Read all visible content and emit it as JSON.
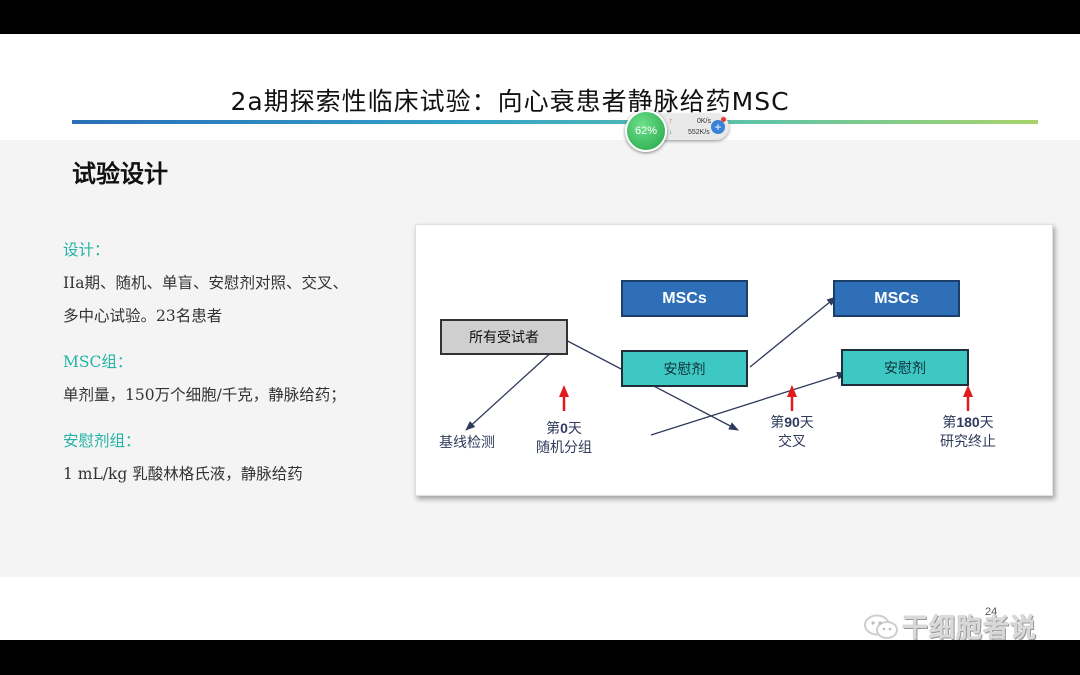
{
  "slide": {
    "title": "2a期探索性临床试验：向心衰患者静脉给药MSC",
    "heading": "试验设计",
    "page_number": "24",
    "watermark": "干细胞者说"
  },
  "left_panel": {
    "design_label": "设计：",
    "design_line1": "IIa期、随机、单盲、安慰剂对照、交叉、",
    "design_line2": "多中心试验。23名患者",
    "msc_label": "MSC组：",
    "msc_text": "单剂量，150万个细胞/千克，静脉给药；",
    "placebo_label": "安慰剂组：",
    "placebo_text": "1 mL/kg 乳酸林格氏液，静脉给药"
  },
  "diagram": {
    "all_subjects": "所有受试者",
    "msc_box_1": "MSCs",
    "msc_box_2": "MSCs",
    "placebo_box_1": "安慰剂",
    "placebo_box_2": "安慰剂",
    "baseline": "基线检测",
    "day0_prefix": "第",
    "day0_num": "0",
    "day0_suffix": "天",
    "day0_sub": "随机分组",
    "day90_prefix": "第",
    "day90_num": "90",
    "day90_suffix": "天",
    "day90_sub": "交叉",
    "day180_prefix": "第",
    "day180_num": "180",
    "day180_suffix": "天",
    "day180_sub": "研究终止",
    "arrow_color": "#e01b1b",
    "line_color": "#2f3b5c"
  },
  "widget": {
    "percent": "62%",
    "upload": "0K/s",
    "download": "552K/s"
  },
  "colors": {
    "accent_teal": "#22b3a6",
    "msc_blue": "#2f6fb8",
    "placebo_cyan": "#3ec8c4"
  }
}
